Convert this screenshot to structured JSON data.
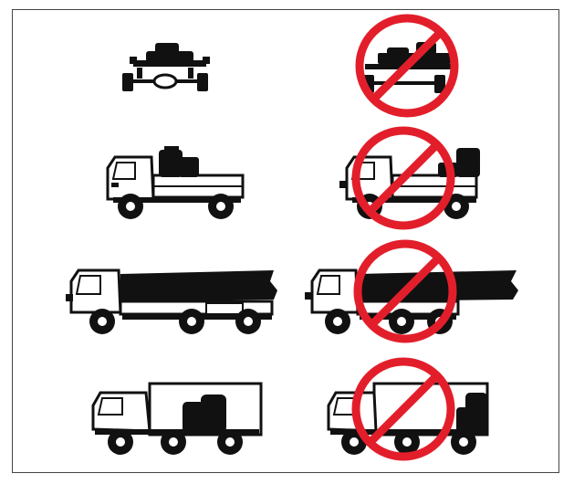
{
  "figure": {
    "description_rows": [
      {
        "row": 1,
        "vehicle": "flatbed-trolley",
        "left_status": "allowed",
        "right_status": "prohibited"
      },
      {
        "row": 2,
        "vehicle": "light-truck",
        "left_status": "allowed",
        "right_status": "prohibited"
      },
      {
        "row": 3,
        "vehicle": "long-flatbed-truck",
        "left_status": "allowed",
        "right_status": "prohibited"
      },
      {
        "row": 4,
        "vehicle": "box-truck",
        "left_status": "allowed",
        "right_status": "prohibited"
      }
    ]
  },
  "colors": {
    "ink": "#111111",
    "prohibition_red": "#e31e2b",
    "frame": "#444444",
    "background": "#ffffff"
  }
}
